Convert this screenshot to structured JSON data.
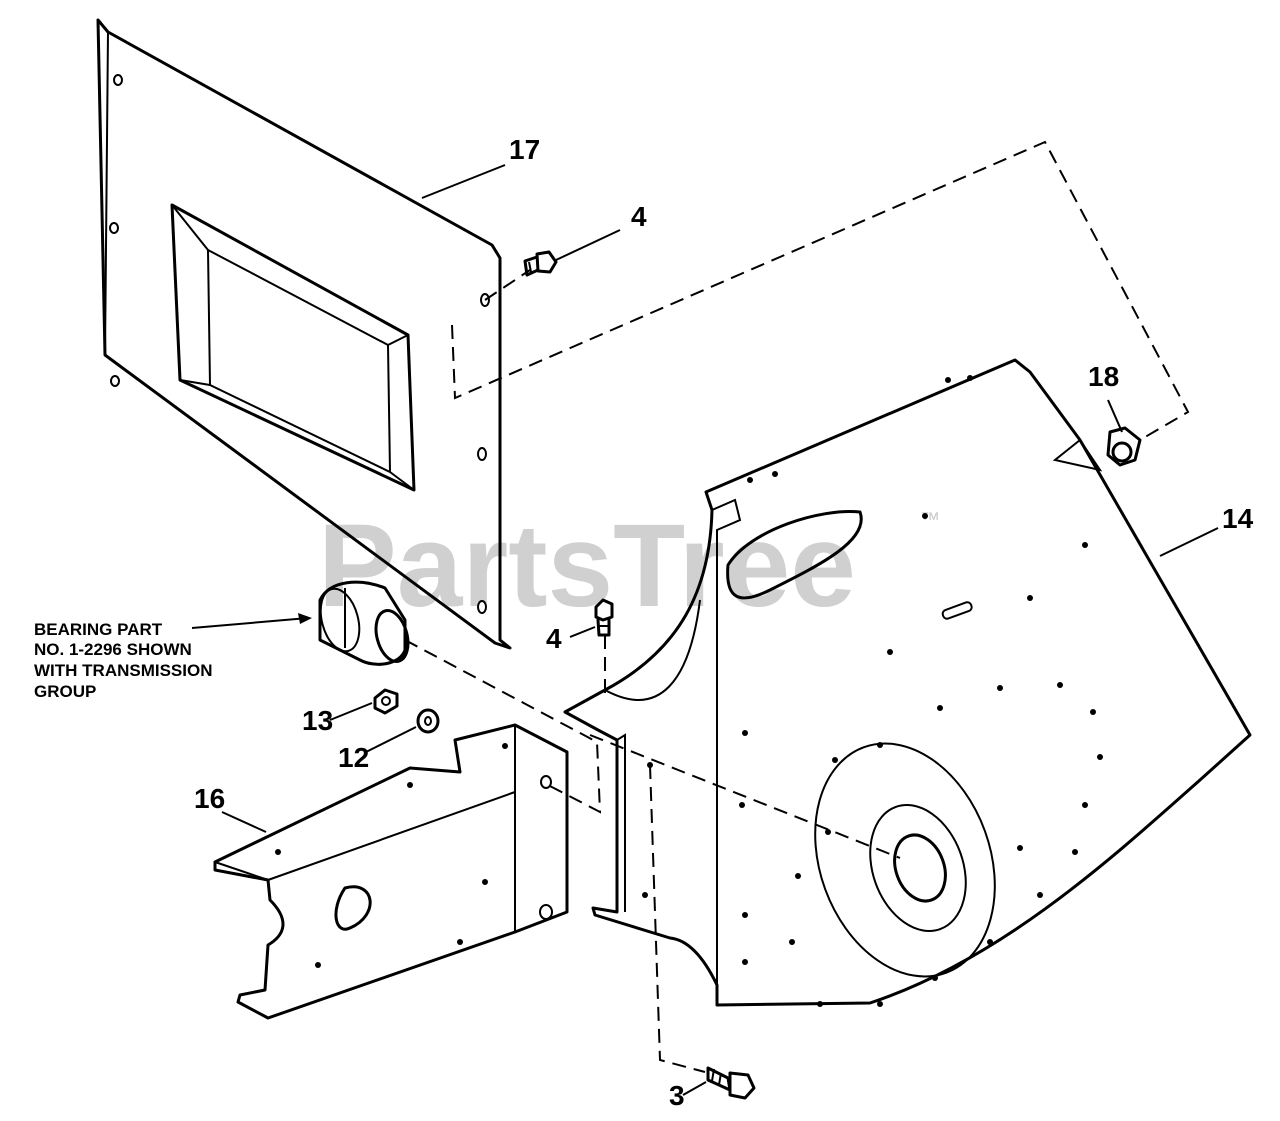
{
  "diagram": {
    "callouts": {
      "part_17": "17",
      "part_4_top": "4",
      "part_18": "18",
      "part_14": "14",
      "part_4_mid": "4",
      "part_13": "13",
      "part_12": "12",
      "part_16": "16",
      "part_3": "3"
    },
    "bearing_note": {
      "line1": "BEARING PART",
      "line2": "NO. 1-2296 SHOWN",
      "line3": "WITH TRANSMISSION",
      "line4": "GROUP"
    },
    "watermark": {
      "text": "PartsTree",
      "trademark": "™",
      "color": "#c8c8c8"
    }
  }
}
